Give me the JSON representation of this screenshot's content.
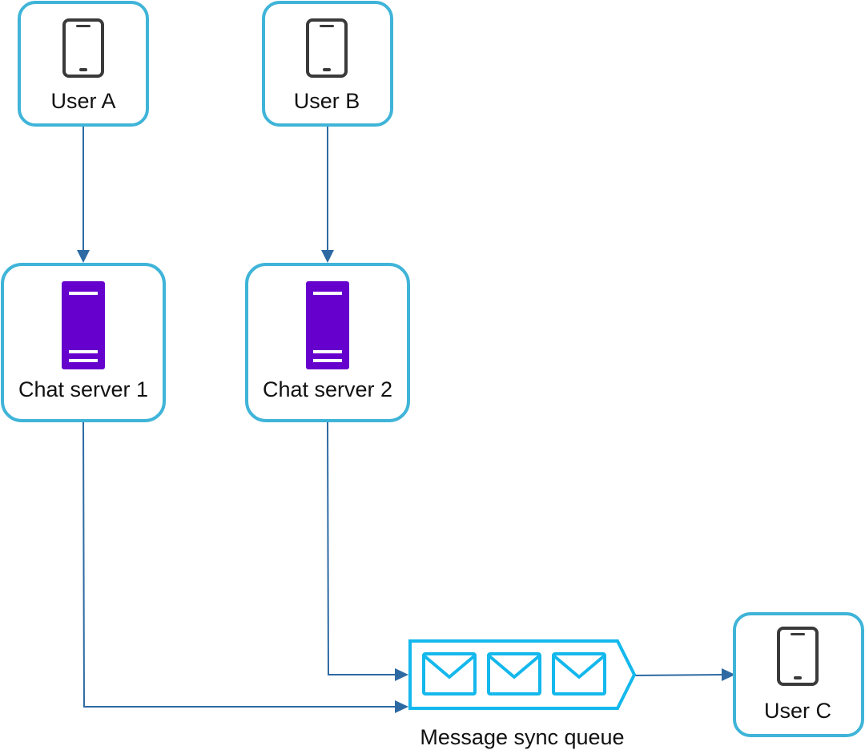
{
  "nodes": {
    "user_a": {
      "label": "User A",
      "icon": "phone-icon"
    },
    "user_b": {
      "label": "User B",
      "icon": "phone-icon"
    },
    "chat_server_1": {
      "label": "Chat server 1",
      "icon": "server-icon"
    },
    "chat_server_2": {
      "label": "Chat server 2",
      "icon": "server-icon"
    },
    "message_sync_queue": {
      "label": "Message sync queue",
      "icon": "envelope-icon"
    },
    "user_c": {
      "label": "User C",
      "icon": "phone-icon"
    }
  },
  "edges": [
    {
      "from": "User A",
      "to": "Chat server 1"
    },
    {
      "from": "User B",
      "to": "Chat server 2"
    },
    {
      "from": "Chat server 1",
      "to": "Message sync queue"
    },
    {
      "from": "Chat server 2",
      "to": "Message sync queue"
    },
    {
      "from": "Message sync queue",
      "to": "User C"
    }
  ],
  "colors": {
    "node_border": "#3fb4d8",
    "edge": "#2d6aa3",
    "server": "#6600cc",
    "queue": "#14b8ec",
    "phone": "#3a3a3a"
  }
}
